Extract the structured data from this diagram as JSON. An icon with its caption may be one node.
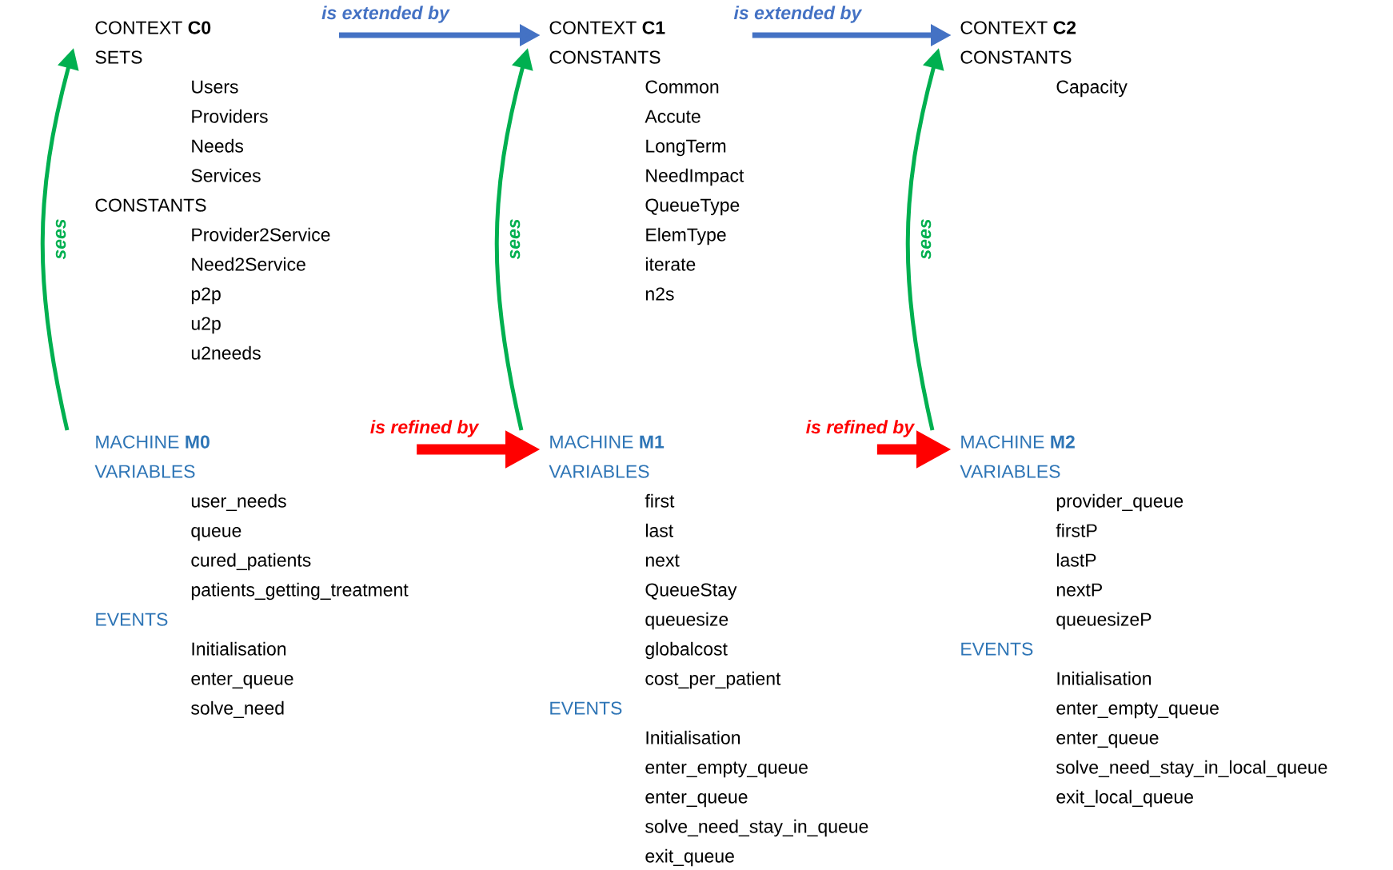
{
  "diagram": {
    "nodes": [
      {
        "text": [
          "CONTEXT **C0**",
          "SETS",
          "Users",
          "Providers",
          "Needs",
          "Services",
          "CONSTANTS",
          "Provider2Service",
          "Need2Service",
          "p2p",
          "u2p",
          "u2needs"
        ]
      },
      {
        "text": [
          "CONTEXT **C1**",
          "CONSTANTS",
          "Common",
          "Accute",
          "LongTerm",
          "NeedImpact",
          "QueueType",
          "ElemType",
          "iterate",
          "n2s"
        ]
      },
      {
        "text": [
          "CONTEXT **C2**",
          "CONSTANTS",
          "Capacity"
        ]
      },
      {
        "text": [
          "MACHINE **M0**",
          "VARIABLES",
          "user_needs",
          "queue",
          "cured_patients",
          "patients_getting_treatment",
          "EVENTS",
          "Initialisation",
          "enter_queue",
          "solve_need"
        ]
      },
      {
        "text": [
          "MACHINE **M1**",
          "VARIABLES",
          "first",
          "last",
          "next",
          "QueueStay",
          "queuesize",
          "globalcost",
          "cost_per_patient",
          "EVENTS",
          "Initialisation",
          "enter_empty_queue",
          "enter_queue",
          "solve_need_stay_in_queue",
          "exit_queue"
        ]
      },
      {
        "text": [
          "MACHINE **M2**",
          "VARIABLES",
          "provider_queue",
          "firstP",
          "lastP",
          "nextP",
          "queuesizeP",
          "EVENTS",
          "Initialisation",
          "enter_empty_queue",
          "enter_queue",
          "solve_need_stay_in_local_queue",
          "exit_local_queue"
        ]
      }
    ],
    "edges": [
      {
        "from": 0,
        "to": 1,
        "arrow": "to",
        "label": "is extended by",
        "color": "#4472c4"
      },
      {
        "from": 1,
        "to": 2,
        "arrow": "to",
        "label": "is extended by",
        "color": "#4472c4"
      },
      {
        "from": 3,
        "to": 4,
        "arrow": "to",
        "label": "is refined by",
        "color": "#ff0000",
        "style": "thick"
      },
      {
        "from": 4,
        "to": 5,
        "arrow": "to",
        "label": "is refined by",
        "color": "#ff0000",
        "style": "thick"
      },
      {
        "from": 3,
        "to": 0,
        "arrow": "to",
        "label": "sees",
        "color": "#00b050"
      },
      {
        "from": 4,
        "to": 1,
        "arrow": "to",
        "label": "sees",
        "color": "#00b050"
      },
      {
        "from": 5,
        "to": 2,
        "arrow": "to",
        "label": "sees",
        "color": "#00b050"
      }
    ]
  }
}
